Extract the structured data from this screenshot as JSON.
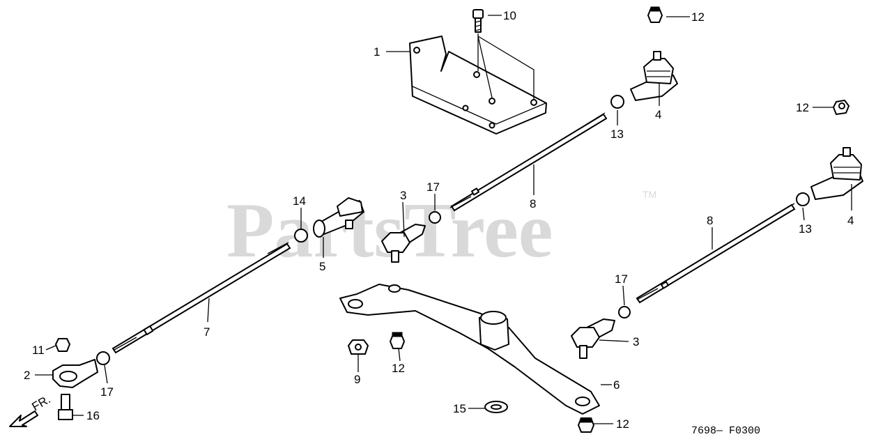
{
  "watermark": {
    "brand": "PartsTree",
    "trademark": "TM"
  },
  "figure_code": "7698— F0300",
  "direction_arrow": "FR.",
  "callouts": [
    {
      "id": "c1",
      "text": "1"
    },
    {
      "id": "c2",
      "text": "2"
    },
    {
      "id": "c3a",
      "text": "3"
    },
    {
      "id": "c3b",
      "text": "3"
    },
    {
      "id": "c4a",
      "text": "4"
    },
    {
      "id": "c4b",
      "text": "4"
    },
    {
      "id": "c5",
      "text": "5"
    },
    {
      "id": "c6",
      "text": "6"
    },
    {
      "id": "c7",
      "text": "7"
    },
    {
      "id": "c8a",
      "text": "8"
    },
    {
      "id": "c8b",
      "text": "8"
    },
    {
      "id": "c9",
      "text": "9"
    },
    {
      "id": "c10",
      "text": "10"
    },
    {
      "id": "c11",
      "text": "11"
    },
    {
      "id": "c12a",
      "text": "12"
    },
    {
      "id": "c12b",
      "text": "12"
    },
    {
      "id": "c12c",
      "text": "12"
    },
    {
      "id": "c12d",
      "text": "12"
    },
    {
      "id": "c13a",
      "text": "13"
    },
    {
      "id": "c13b",
      "text": "13"
    },
    {
      "id": "c14",
      "text": "14"
    },
    {
      "id": "c15",
      "text": "15"
    },
    {
      "id": "c16",
      "text": "16"
    },
    {
      "id": "c17a",
      "text": "17"
    },
    {
      "id": "c17b",
      "text": "17"
    },
    {
      "id": "c17c",
      "text": "17"
    }
  ]
}
